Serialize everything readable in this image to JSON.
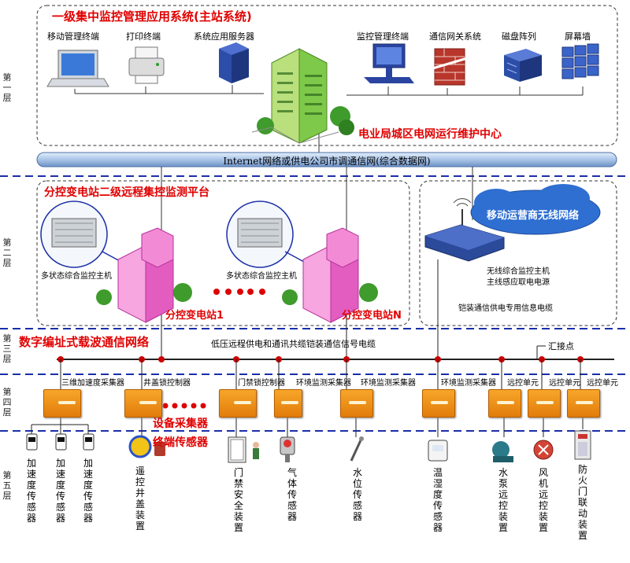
{
  "layers": [
    "第一层",
    "第二层",
    "第三层",
    "第四层",
    "第五层"
  ],
  "top": {
    "system_title": "一级集中监控管理应用系统(主站系统)",
    "devices": [
      "移动管理终端",
      "打印终端",
      "系统应用服务器",
      "监控管理终端",
      "通信网关系统",
      "磁盘阵列",
      "屏幕墙"
    ],
    "center_label": "电业局城区电网运行维护中心"
  },
  "network": {
    "bus_label": "Internet网络或供电公司市调通信网(综合数据网)"
  },
  "layer2": {
    "platform_title": "分控变电站二级远程集控监测平台",
    "host_label": "多状态综合监控主机",
    "station1": "分控变电站1",
    "stationN": "分控变电站N",
    "wireless_cloud": "移动运营商无线网络",
    "wireless_host_line1": "无线综合监控主机",
    "wireless_host_line2": "主线感应取电电源",
    "cable_label": "铠装通信供电专用信息电缆"
  },
  "layer3": {
    "network_title": "数字编址式载波通信网络",
    "bus_label": "低压远程供电和通讯共缆铠装通信信号电缆",
    "junction_label": "汇接点"
  },
  "layer4": {
    "collectors": [
      "三维加速度采集器",
      "井盖锁控制器",
      "门禁锁控制器",
      "环境监测采集器",
      "环境监测采集器",
      "环境监测采集器",
      "远控单元",
      "远控单元",
      "远控单元"
    ],
    "equipment_collector": "设备采集器",
    "terminal_sensor": "终端传感器"
  },
  "layer5": {
    "sensors": [
      "加速度传感器",
      "加速度传感器",
      "加速度传感器",
      "遥控井盖装置",
      "门禁安全装置",
      "气体传感器",
      "水位传感器",
      "温湿度传感器",
      "水泵远控装置",
      "风机远控装置",
      "防火门联动装置"
    ]
  },
  "colors": {
    "title_red": "#e00000",
    "dashed_blue": "#1a2ea8",
    "collector_orange": "#f29418",
    "building_green": "#7ec84a",
    "building_pink": "#f07ad0",
    "bus_blue": "#a9c4e8"
  }
}
